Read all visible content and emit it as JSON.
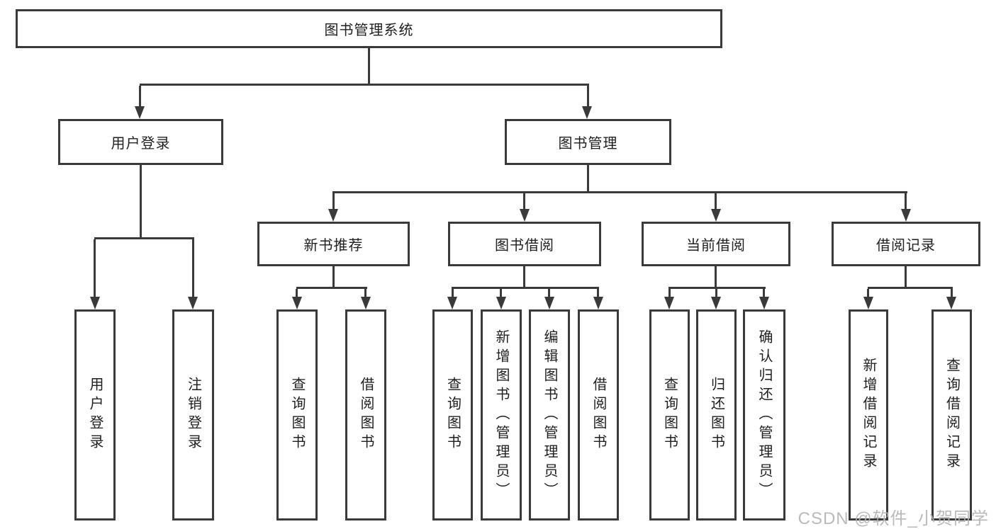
{
  "colors": {
    "line": "#3a3a3a",
    "text": "#1f1f1f",
    "background": "#ffffff",
    "watermark": "#b3b3b3"
  },
  "watermark": {
    "text": "CSDN @软件_小贺同学"
  },
  "diagram": {
    "root": {
      "label": "图书管理系统"
    },
    "branches": {
      "user_login": {
        "label": "用户登录",
        "children": [
          {
            "label": "用户登录"
          },
          {
            "label": "注销登录"
          }
        ]
      },
      "book_mgmt": {
        "label": "图书管理",
        "children": [
          {
            "label": "新书推荐",
            "children": [
              {
                "label": "查询图书"
              },
              {
                "label": "借阅图书"
              }
            ]
          },
          {
            "label": "图书借阅",
            "children": [
              {
                "label": "查询图书"
              },
              {
                "label": "新增图书（管理员）"
              },
              {
                "label": "编辑图书（管理员）"
              },
              {
                "label": "借阅图书"
              }
            ]
          },
          {
            "label": "当前借阅",
            "children": [
              {
                "label": "查询图书"
              },
              {
                "label": "归还图书"
              },
              {
                "label": "确认归还（管理员）"
              }
            ]
          },
          {
            "label": "借阅记录",
            "children": [
              {
                "label": "新增借阅记录"
              },
              {
                "label": "查询借阅记录"
              }
            ]
          }
        ]
      }
    }
  }
}
